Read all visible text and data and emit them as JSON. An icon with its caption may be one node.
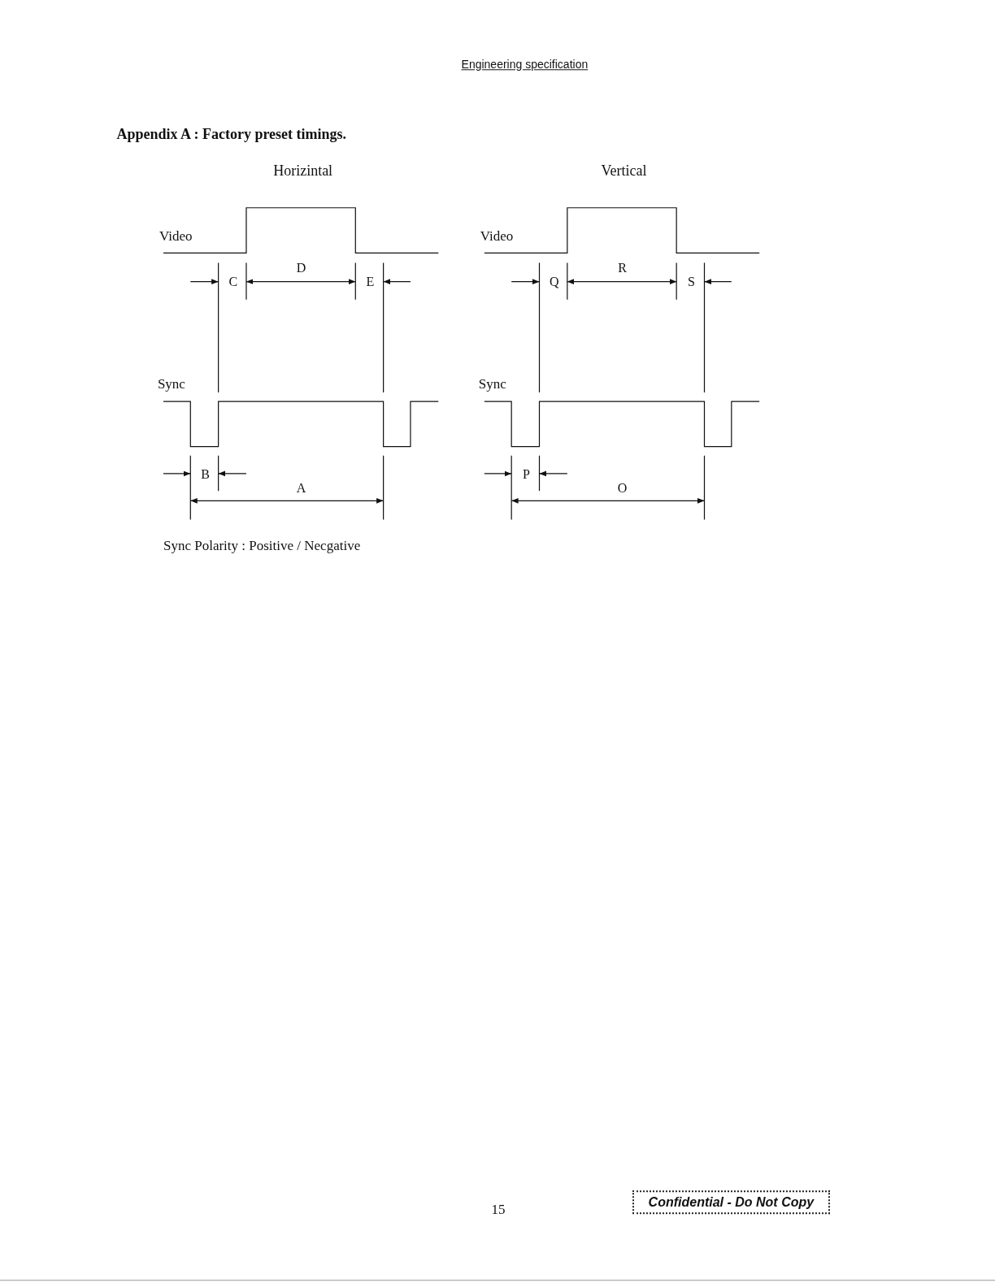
{
  "diagram": {
    "title": "Appendix A : Factory preset timings.",
    "labels": [
      "Engineering specification",
      "Horizintal",
      "Vertical",
      "Video",
      "Video",
      "D",
      "R",
      "C",
      "E",
      "Q",
      "S",
      "Sync",
      "Sync",
      "B",
      "P",
      "A",
      "O",
      "Sync Polarity : Positive / Necgative",
      "15",
      "Confidential  -  Do Not Copy"
    ]
  }
}
